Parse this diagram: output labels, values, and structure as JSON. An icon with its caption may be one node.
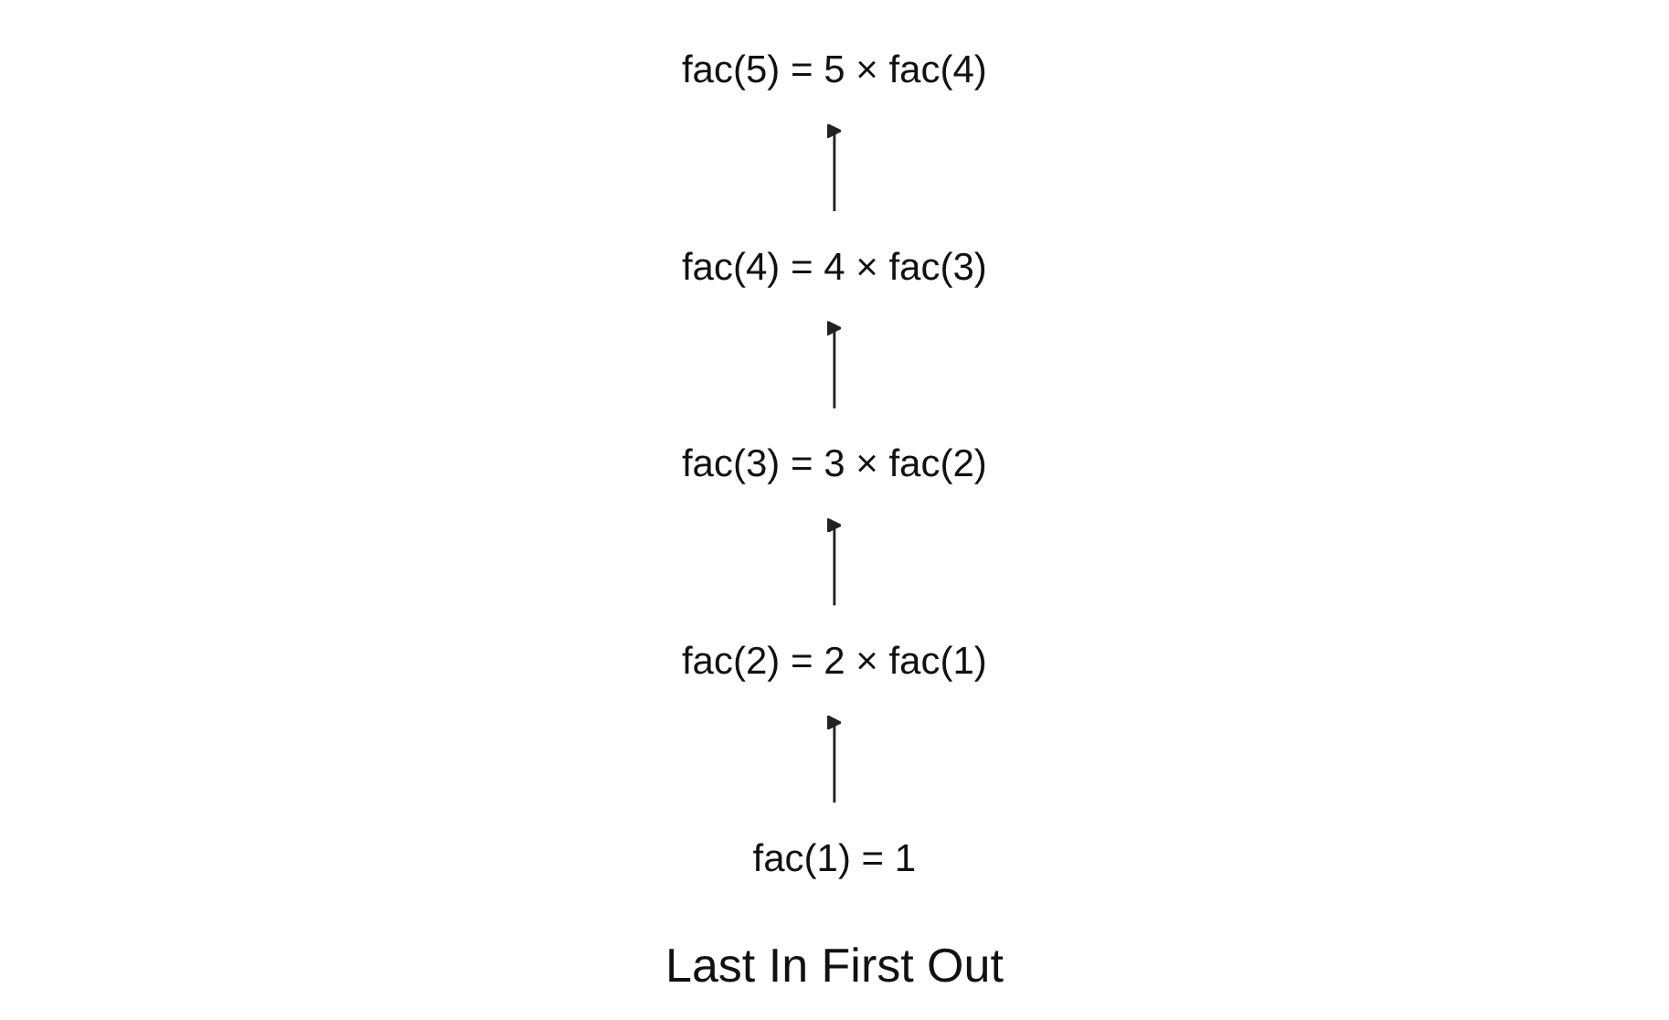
{
  "diagram": {
    "caption": "Last In First Out",
    "nodes": [
      {
        "text": [
          "fac(5) = 5 × fac(4)"
        ]
      },
      {
        "text": [
          "fac(4) = 4 × fac(3)"
        ]
      },
      {
        "text": [
          "fac(3) = 3 × fac(2)"
        ]
      },
      {
        "text": [
          "fac(2) = 2 × fac(1)"
        ]
      },
      {
        "text": [
          "fac(1) = 1"
        ]
      }
    ],
    "edges": [
      {
        "from": 4,
        "to": 3,
        "arrow": "to"
      },
      {
        "from": 3,
        "to": 2,
        "arrow": "to"
      },
      {
        "from": 2,
        "to": 1,
        "arrow": "to"
      },
      {
        "from": 1,
        "to": 0,
        "arrow": "to"
      }
    ]
  }
}
